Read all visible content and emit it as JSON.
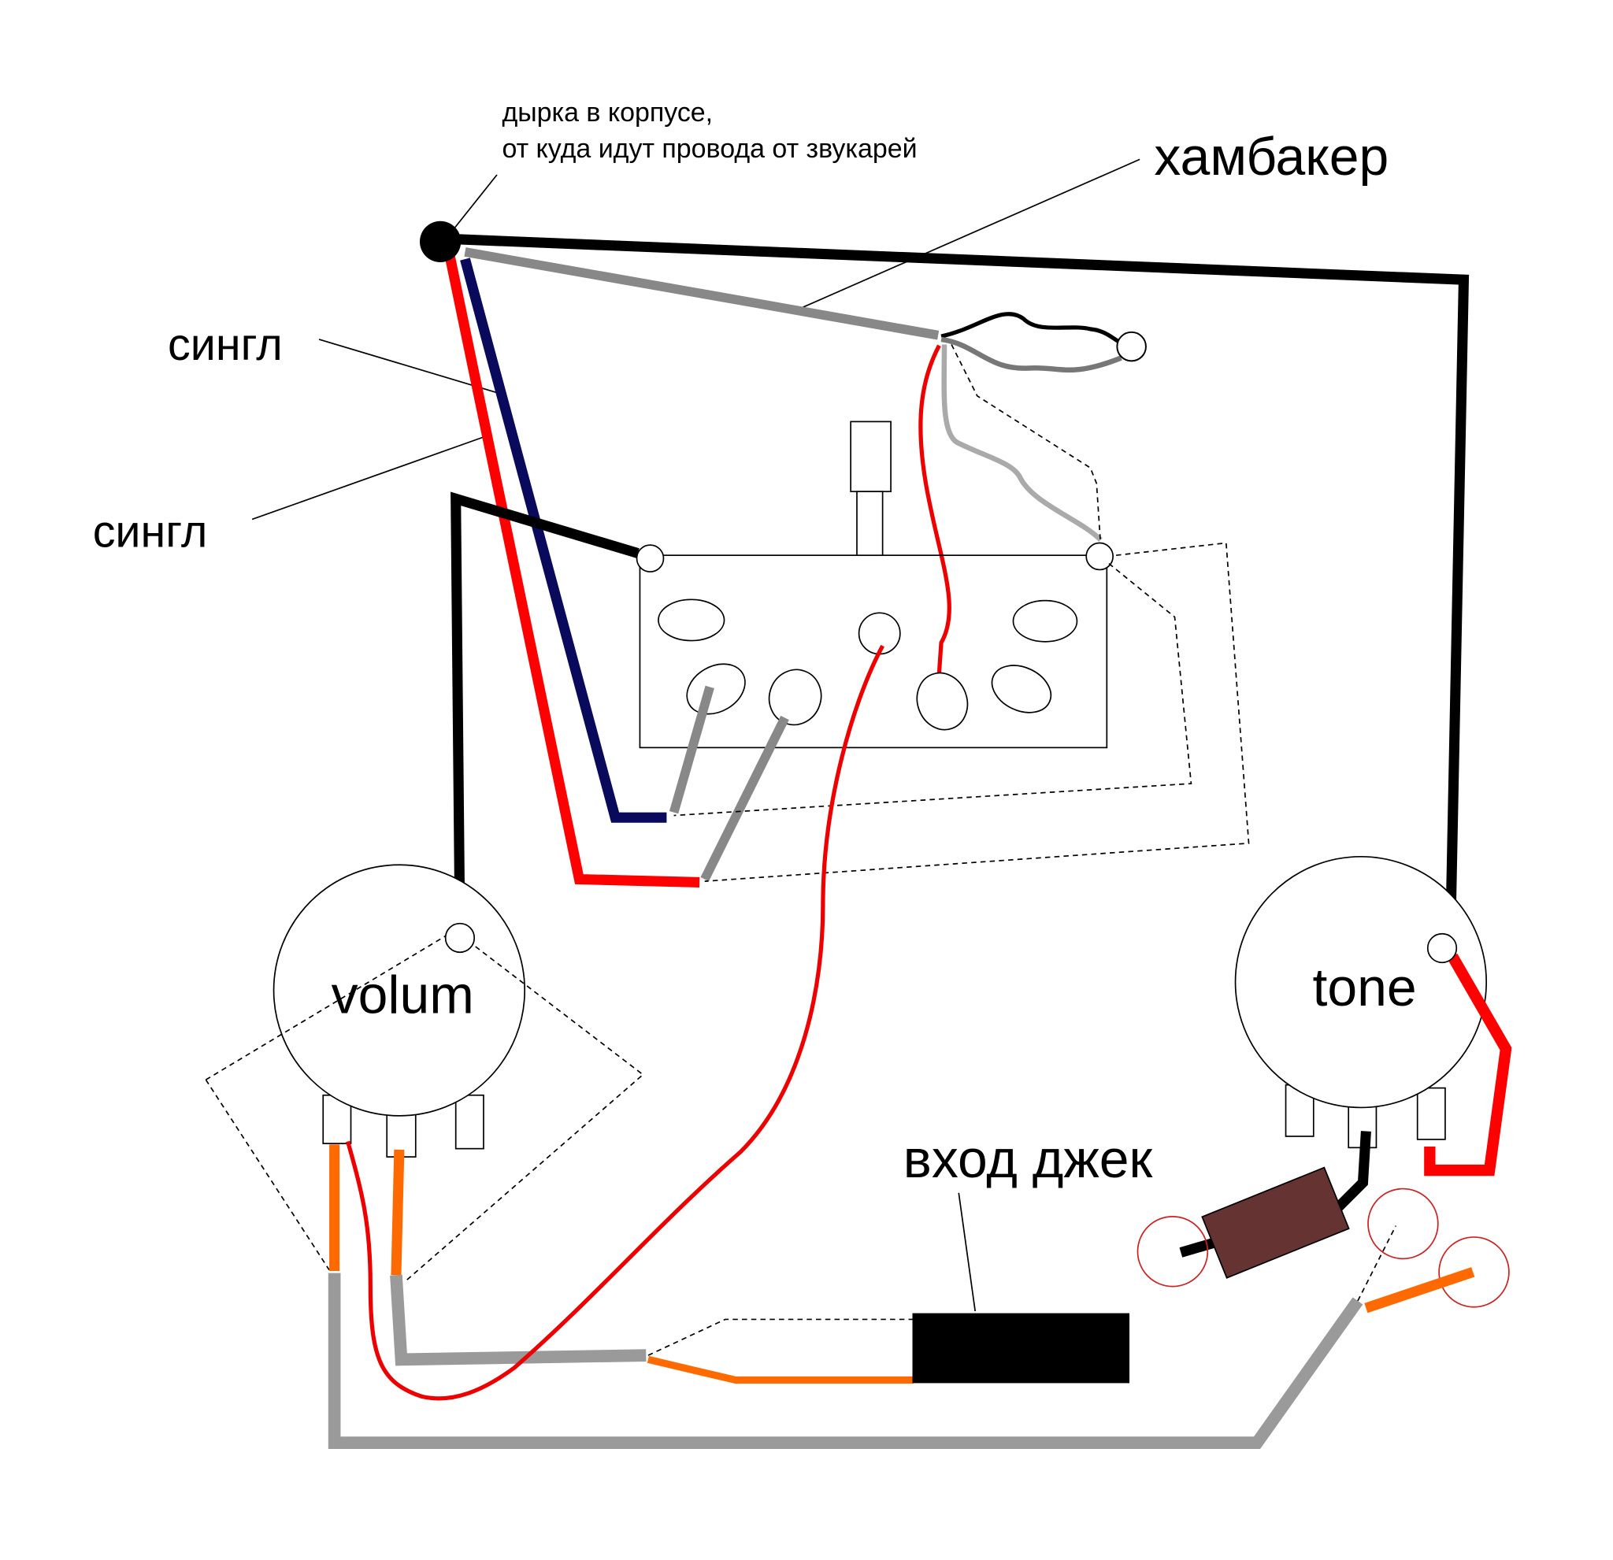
{
  "labels": {
    "hole_line1": "дырка в корпусе,",
    "hole_line2": "от куда идут провода от звукарей",
    "humbucker": "хамбакер",
    "single_1": "сингл",
    "single_2": "сингл",
    "volume_pot": "volum",
    "tone_pot": "tone",
    "jack": "вход джек"
  },
  "colors": {
    "ground_wire": "#000000",
    "humbucker_wire": "#888888",
    "single_red": "#ff0000",
    "single_navy": "#0a0a5c",
    "orange_wire": "#ff6a00",
    "grey_wire": "#9a9a9a",
    "capacitor": "#663333",
    "marker_circle": "#cc2222"
  }
}
